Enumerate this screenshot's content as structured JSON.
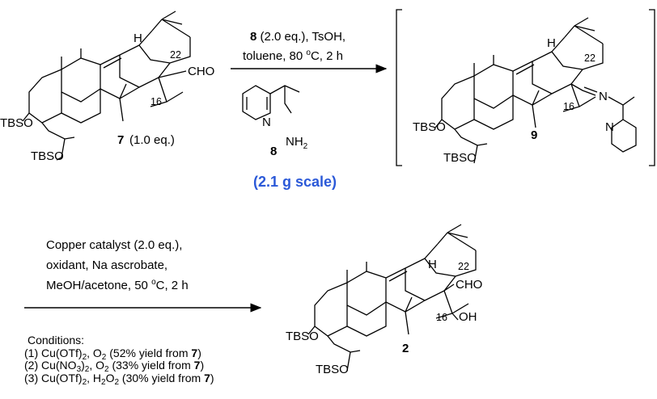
{
  "compounds": {
    "c7": {
      "number": "7",
      "equiv": "(1.0 eq.)"
    },
    "c8": {
      "number": "8"
    },
    "c9": {
      "number": "9"
    },
    "c2": {
      "number": "2"
    }
  },
  "labels": {
    "tbso": "TBSO",
    "cho": "CHO",
    "oh": "OH",
    "h": "H",
    "n": "N",
    "nh2": "NH",
    "nh2_sub": "2",
    "pos22": "22",
    "pos16": "16"
  },
  "step1": {
    "reagent_number": "8",
    "reagent_rest": " (2.0 eq.), TsOH,",
    "line2_a": "toluene, 80 ",
    "line2_deg": "o",
    "line2_b": "C, 2 h",
    "scale": "(2.1 g scale)",
    "scale_color": "#2b59d8"
  },
  "step2": {
    "line1": "Copper catalyst (2.0 eq.),",
    "line2": "oxidant, Na ascrobate,",
    "line3_a": "MeOH/acetone, 50 ",
    "line3_deg": "o",
    "line3_b": "C, 2 h"
  },
  "conditions": {
    "heading": "Conditions:",
    "items": [
      {
        "prefix": "(1) Cu(OTf)",
        "s1": "2",
        "mid": ", O",
        "s2": "2",
        "tail": " (52% yield from ",
        "ref": "7",
        "end": ")"
      },
      {
        "prefix": "(2) Cu(NO",
        "s1": "3",
        "mid": ")",
        "s2": "2",
        "tail2": ", O",
        "s3": "2",
        "tail": " (33% yield from ",
        "ref": "7",
        "end": ")"
      },
      {
        "prefix": "(3) Cu(OTf)",
        "s1": "2",
        "mid": ", H",
        "s2": "2",
        "tail2": "O",
        "s3": "2",
        "tail": " (30% yield from ",
        "ref": "7",
        "end": ")"
      }
    ]
  }
}
